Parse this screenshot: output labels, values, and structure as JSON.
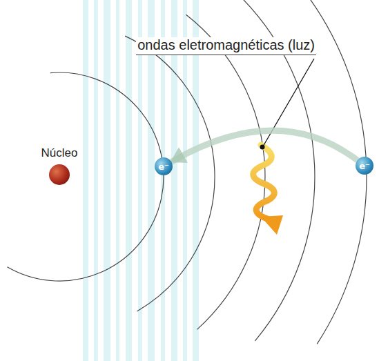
{
  "diagram": {
    "nodes": [
      {
        "text": [
          "Núcleo"
        ]
      },
      {
        "text": [
          "e⁻"
        ]
      },
      {
        "text": [
          "e⁻"
        ]
      }
    ],
    "edges": [
      {
        "from": 2,
        "to": 1,
        "arrow": "to"
      }
    ],
    "labels": [
      "ondas eletromagnéticas (luz)"
    ]
  }
}
